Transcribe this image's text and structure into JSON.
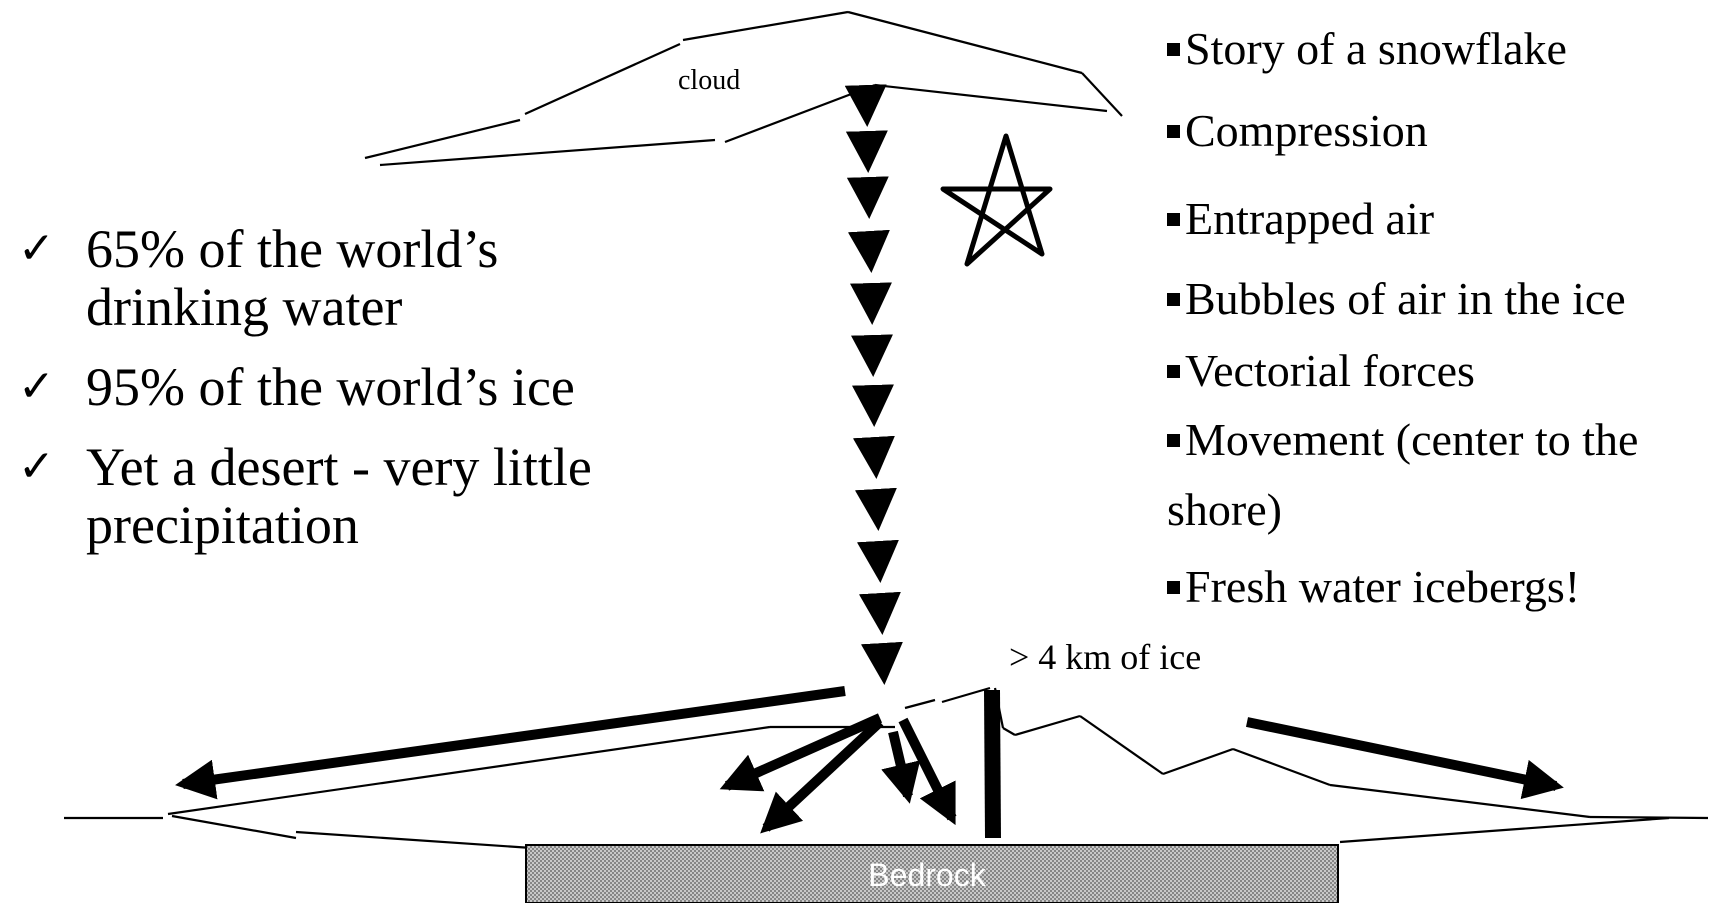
{
  "labels": {
    "cloud": "cloud",
    "ice_thickness": "> 4 km of ice",
    "bedrock": "Bedrock"
  },
  "left_points": [
    {
      "icon": "checkmark-icon",
      "text": "65% of the world’s drinking water"
    },
    {
      "icon": "checkmark-icon",
      "text": "95% of the world’s ice"
    },
    {
      "icon": "checkmark-icon",
      "text": "Yet a desert - very little precipitation"
    }
  ],
  "right_points": [
    {
      "icon": "square-bullet-icon",
      "text": "Story of a snowflake"
    },
    {
      "icon": "square-bullet-icon",
      "text": "Compression"
    },
    {
      "icon": "square-bullet-icon",
      "text": "Entrapped air"
    },
    {
      "icon": "square-bullet-icon",
      "text": "Bubbles of air in the ice"
    },
    {
      "icon": "square-bullet-icon",
      "text": "Vectorial forces"
    },
    {
      "icon": "square-bullet-icon",
      "text": "Movement (center to the shore)"
    },
    {
      "icon": "square-bullet-icon",
      "text": "Fresh water icebergs!"
    }
  ],
  "colors": {
    "ink": "#000000",
    "bedrock_fill": "#a8a8a8",
    "bedrock_text": "#ffffff"
  }
}
